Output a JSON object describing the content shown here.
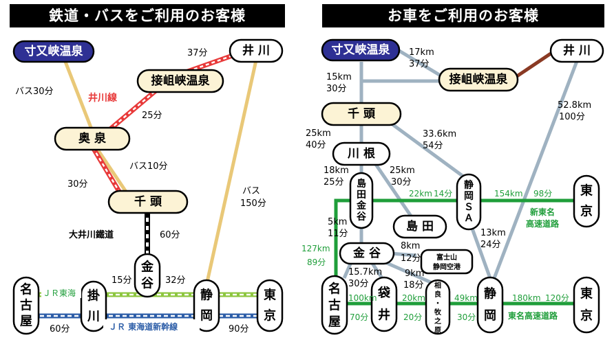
{
  "headers": {
    "left": "鉄道・バスをご利用のお客様",
    "right": "お車をご利用のお客様"
  },
  "left_map": {
    "stations": {
      "sumatakyo": "寸又峡温泉",
      "ikawa": "井 川",
      "sessokyo": "接岨峡温泉",
      "okuizumi": "奥 泉",
      "senzu": "千 頭",
      "kanaya": [
        "金",
        "谷"
      ],
      "nagoya": [
        "名",
        "古",
        "屋"
      ],
      "kakegawa": [
        "掛",
        "川"
      ],
      "shizuoka": [
        "静",
        "岡"
      ],
      "tokyo": [
        "東",
        "京"
      ]
    },
    "labels": {
      "bus30": "バス30分",
      "ikawa_line": "井川線",
      "t37": "37分",
      "t25": "25分",
      "bus10": "バス10分",
      "t30": "30分",
      "bus150_a": "バス",
      "bus150_b": "150分",
      "oigawa": "大井川鐵道",
      "t60": "60分",
      "t15": "15分",
      "t32": "32分",
      "jr_tokaido": "ＪＲ東海",
      "shinkansen": "ＪＲ 東海道新幹線",
      "t60b": "60分",
      "t90": "90分"
    }
  },
  "right_map": {
    "stations": {
      "sumatakyo": "寸又峡温泉",
      "ikawa": "井 川",
      "sessokyo": "接岨峡温泉",
      "senzu": "千 頭",
      "kawane": "川 根",
      "shimadakanaya": [
        "島",
        "田",
        "金",
        "谷"
      ],
      "shizuoka_sa": [
        "静",
        "岡",
        "Ｓ",
        "Ａ"
      ],
      "tokyo_top": [
        "東",
        "京"
      ],
      "shimada": "島 田",
      "kanaya": "金 谷",
      "fujisan_a": "富士山",
      "fujisan_b": "静岡空港",
      "nagoya": [
        "名",
        "古",
        "屋"
      ],
      "fukuroi": [
        "袋",
        "井"
      ],
      "sagara": [
        "相",
        "良",
        "・",
        "牧",
        "之",
        "原"
      ],
      "shizuoka": [
        "静",
        "岡"
      ],
      "tokyo_bottom": [
        "東",
        "京"
      ]
    },
    "labels": {
      "d17": "17km",
      "t37": "37分",
      "d15": "15km",
      "t30a": "30分",
      "d528": "52.8km",
      "t100": "100分",
      "d25a": "25km",
      "t40": "40分",
      "d336": "33.6km",
      "t54": "54分",
      "d18": "18km",
      "t25": "25分",
      "d25b": "25km",
      "t30b": "30分",
      "g22": "22km",
      "g14": "14分",
      "g154": "154km",
      "g98": "98分",
      "shintomei_a": "新東名",
      "shintomei_b": "高速道路",
      "d5": "5km",
      "t11": "11分",
      "d13": "13km",
      "t24": "24分",
      "g127": "127km",
      "g89": "89分",
      "d8": "8km",
      "t12": "12分",
      "d157": "15.7km",
      "t30c": "30分",
      "d9": "9km",
      "t18": "18分",
      "g100": "100km",
      "g20a": "20km",
      "g49": "49km",
      "g70": "70分",
      "g20b": "20分",
      "g30": "30分",
      "g180": "180km",
      "g120": "120分",
      "tomei": "東名高速道路"
    }
  },
  "colors": {
    "header_bg": "#000000",
    "station_bg": "#fcf3d5",
    "dark_station": "#2e3094",
    "bus_line": "#e9c878",
    "ikawa_line": "#e83a3a",
    "jr_tokaido": "#8dc63f",
    "shinkansen": "#2d5ea8",
    "road_gray": "#9fb2c1",
    "road_brown": "#8a3a24",
    "expressway": "#1f9e3a",
    "green_text": "#1f9e3a"
  }
}
